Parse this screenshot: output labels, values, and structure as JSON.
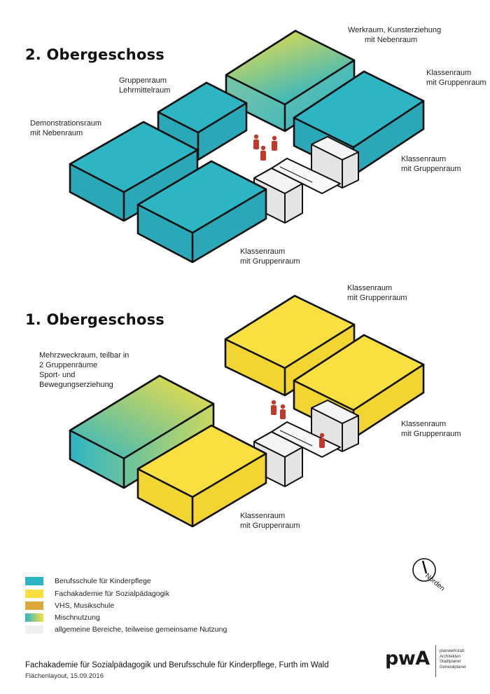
{
  "floors": [
    {
      "title": "2. Obergeschoss",
      "rooms": [
        {
          "line1": "Werkraum, Kunsterziehung",
          "line2": "mit Nebenraum"
        },
        {
          "line1": "Gruppenraum",
          "line2": "Lehrmittelraum"
        },
        {
          "line1": "Klassenraum",
          "line2": "mit Gruppenraum"
        },
        {
          "line1": "Demonstrationsraum",
          "line2": "mit Nebenraum"
        },
        {
          "line1": "Klassenraum",
          "line2": "mit Gruppenraum"
        },
        {
          "line1": "Klassenraum",
          "line2": "mit Gruppenraum"
        }
      ]
    },
    {
      "title": "1. Obergeschoss",
      "rooms": [
        {
          "line1": "Klassenraum",
          "line2": "mit Gruppenraum"
        },
        {
          "line1": "Mehrzweckraum, teilbar in",
          "line2": "2 Gruppenräume",
          "line3": "Sport- und",
          "line4": "Bewegungserziehung"
        },
        {
          "line1": "Klassenraum",
          "line2": "mit Gruppenraum"
        },
        {
          "line1": "Klassenraum",
          "line2": "mit Gruppenraum"
        }
      ]
    }
  ],
  "legend": [
    {
      "label": "Berufsschule für Kinderpflege",
      "color": "#2eb5c4"
    },
    {
      "label": "Fachakademie für Sozialpädagogik",
      "color": "#f9e040"
    },
    {
      "label": "VHS, Musikschule",
      "color": "#dba63a"
    },
    {
      "label": "Mischnutzung",
      "color": "gradient"
    },
    {
      "label": "allgemeine Bereiche, teilweise gemeinsame Nutzung",
      "color": "#efefef"
    }
  ],
  "colors": {
    "teal": "#2eb5c4",
    "yellow": "#f9e040",
    "orange": "#dba63a",
    "grey": "#e8e8e8",
    "figure": "#c0392b"
  },
  "compass": {
    "label": "Norden",
    "icon": "north-arrow-icon"
  },
  "footer": {
    "title": "Fachakademie für Sozialpädagogik und Berufsschule für Kinderpflege, Furth im Wald",
    "subtitle": "Flächenlayout, 15.09.2016"
  },
  "logo": {
    "name": "pwA",
    "line1": "planwerkstatt",
    "line2": "Architekten",
    "line3": "Stadtplaner",
    "line4": "Generalplaner"
  }
}
